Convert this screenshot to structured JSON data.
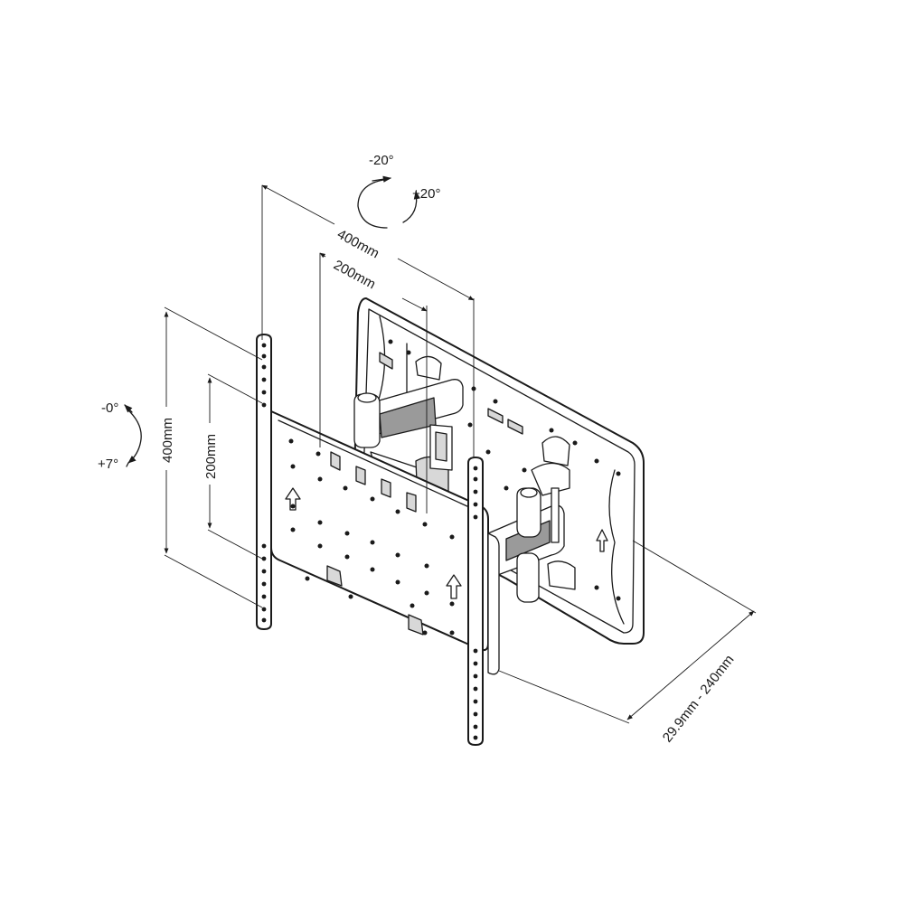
{
  "dimensions": {
    "horizontal_outer": "400mm",
    "horizontal_inner": "200mm",
    "vertical_outer": "400mm",
    "vertical_inner": "200mm",
    "depth": "29.9mm - 240mm"
  },
  "rotation": {
    "swivel_minus": "-20°",
    "swivel_plus": "+20°",
    "tilt_zero": "-0°",
    "tilt_plus": "+7°"
  }
}
